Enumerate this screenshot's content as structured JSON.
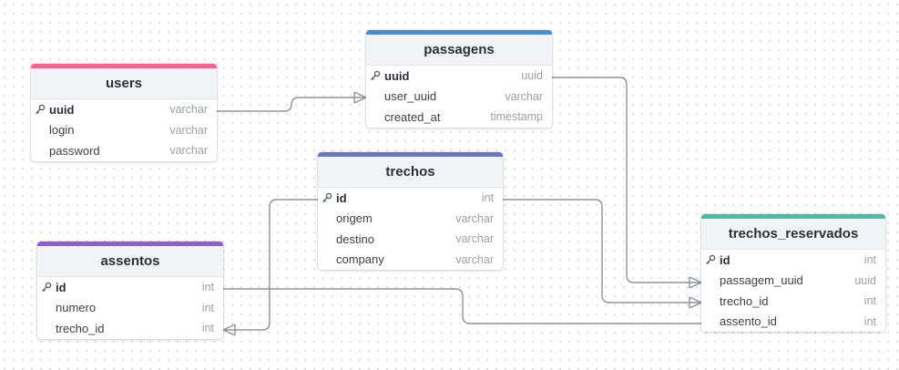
{
  "tables": [
    {
      "id": "users",
      "name": "users",
      "color": "#f0678f",
      "fields": [
        {
          "name": "uuid",
          "type": "varchar",
          "pk": true
        },
        {
          "name": "login",
          "type": "varchar",
          "pk": false
        },
        {
          "name": "password",
          "type": "varchar",
          "pk": false
        }
      ]
    },
    {
      "id": "passagens",
      "name": "passagens",
      "color": "#3b8fdd",
      "fields": [
        {
          "name": "uuid",
          "type": "uuid",
          "pk": true
        },
        {
          "name": "user_uuid",
          "type": "varchar",
          "pk": false
        },
        {
          "name": "created_at",
          "type": "timestamp",
          "pk": false
        }
      ]
    },
    {
      "id": "trechos",
      "name": "trechos",
      "color": "#6a74c9",
      "fields": [
        {
          "name": "id",
          "type": "int",
          "pk": true
        },
        {
          "name": "origem",
          "type": "varchar",
          "pk": false
        },
        {
          "name": "destino",
          "type": "varchar",
          "pk": false
        },
        {
          "name": "company",
          "type": "varchar",
          "pk": false
        }
      ]
    },
    {
      "id": "assentos",
      "name": "assentos",
      "color": "#8e5bd9",
      "fields": [
        {
          "name": "id",
          "type": "int",
          "pk": true
        },
        {
          "name": "numero",
          "type": "int",
          "pk": false
        },
        {
          "name": "trecho_id",
          "type": "int",
          "pk": false
        }
      ]
    },
    {
      "id": "trechos_reservados",
      "name": "trechos_reservados",
      "color": "#45bfa6",
      "fields": [
        {
          "name": "id",
          "type": "int",
          "pk": true
        },
        {
          "name": "passagem_uuid",
          "type": "uuid",
          "pk": false
        },
        {
          "name": "trecho_id",
          "type": "int",
          "pk": false
        },
        {
          "name": "assento_id",
          "type": "int",
          "pk": false
        }
      ]
    }
  ],
  "relations": [
    {
      "from": "users.uuid",
      "to": "passagens.user_uuid",
      "cardinality": "one-to-many"
    },
    {
      "from": "passagens.uuid",
      "to": "trechos_reservados.passagem_uuid",
      "cardinality": "one-to-many"
    },
    {
      "from": "trechos.id",
      "to": "trechos_reservados.trecho_id",
      "cardinality": "one-to-many"
    },
    {
      "from": "trechos.id",
      "to": "assentos.trecho_id",
      "cardinality": "one-to-many"
    },
    {
      "from": "assentos.id",
      "to": "trechos_reservados.assento_id",
      "cardinality": "one-to-one"
    }
  ],
  "icons": {
    "primary_key": "key-icon",
    "many": "crow-foot-icon"
  }
}
